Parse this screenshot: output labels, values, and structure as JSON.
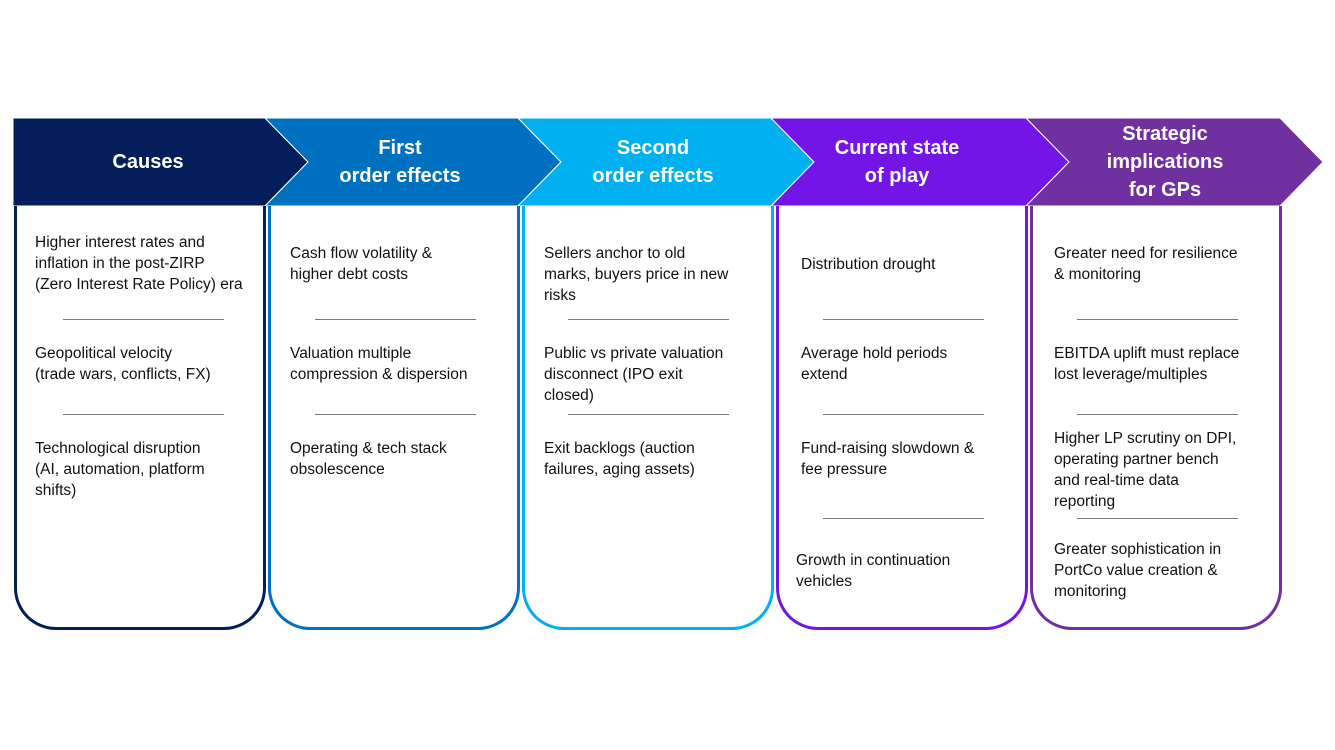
{
  "diagram": {
    "type": "process-chevron-flow",
    "stages": [
      {
        "title": "Causes",
        "color": "#041E5B",
        "items": [
          "Higher interest rates and\ninflation in the post-ZIRP\n(Zero Interest Rate Policy) era",
          "Geopolitical velocity\n(trade wars, conflicts, FX)",
          "Technological disruption\n(AI, automation, platform\nshifts)"
        ]
      },
      {
        "title": "First\norder effects",
        "color": "#0070C0",
        "items": [
          "Cash flow volatility &\n higher debt costs",
          "Valuation multiple\ncompression & dispersion",
          "Operating & tech stack\nobsolescence"
        ]
      },
      {
        "title": "Second\norder effects",
        "color": "#00B0F0",
        "items": [
          "Sellers anchor to old\nmarks, buyers price in new\nrisks",
          "Public vs private valuation\ndisconnect (IPO exit\nclosed)",
          "Exit backlogs (auction\nfailures, aging assets)"
        ]
      },
      {
        "title": "Current state\nof play",
        "color": "#7215E6",
        "items": [
          "Distribution drought",
          "Average hold periods\nextend",
          "Fund-raising slowdown &\nfee pressure",
          "Growth in continuation\nvehicles"
        ]
      },
      {
        "title": "Strategic\nimplications\nfor GPs",
        "color": "#7030A0",
        "items": [
          "Greater need for resilience\n& monitoring",
          "EBITDA uplift must replace\nlost leverage/multiples",
          "Higher LP scrutiny on DPI,\noperating partner bench\nand real-time data\nreporting",
          "Greater sophistication in\nPortCo value creation &\nmonitoring"
        ]
      }
    ]
  }
}
